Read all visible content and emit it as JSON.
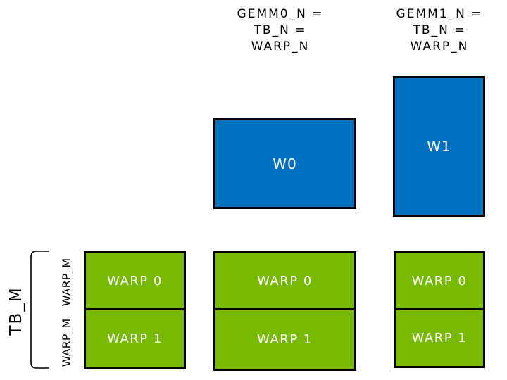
{
  "colors": {
    "tile_blue": "#0070C0",
    "tile_green": "#76B900",
    "outline": "#000000",
    "tile_text": "#FFFFFF",
    "label_text": "#000000"
  },
  "headers": [
    {
      "lines": [
        "GEMM0_N =",
        "TB_N =",
        "WARP_N"
      ]
    },
    {
      "lines": [
        "GEMM1_N =",
        "TB_N =",
        "WARP_N"
      ]
    }
  ],
  "accumulator_tiles": [
    {
      "label": "W0"
    },
    {
      "label": "W1"
    }
  ],
  "warp_columns": [
    {
      "warps": [
        "WARP 0",
        "WARP 1"
      ]
    },
    {
      "warps": [
        "WARP 0",
        "WARP 1"
      ]
    },
    {
      "warps": [
        "WARP 0",
        "WARP 1"
      ]
    }
  ],
  "side_labels": {
    "tb_m": "TB_M",
    "warp_m_top": "WARP_M",
    "warp_m_bottom": "WARP_M"
  }
}
